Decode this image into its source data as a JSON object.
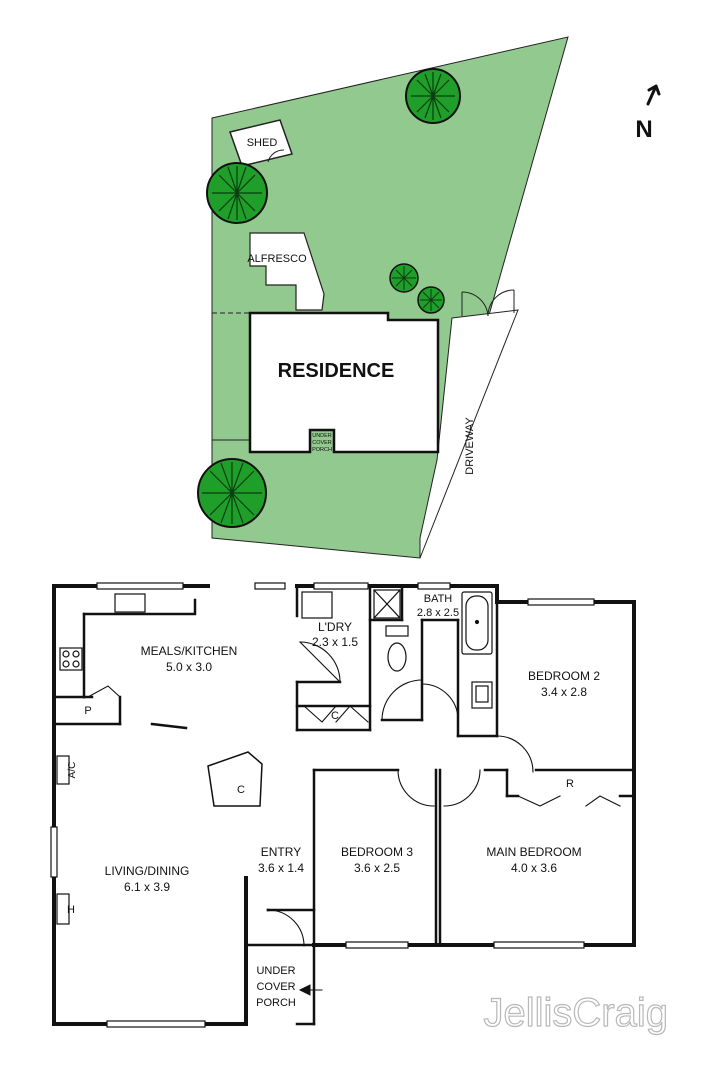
{
  "site": {
    "shed": "SHED",
    "alfresco": "ALFRESCO",
    "residence": "RESIDENCE",
    "porch_line1": "UNDER",
    "porch_line2": "COVER",
    "porch_line3": "PORCH",
    "driveway": "DRIVEWAY",
    "north": "N"
  },
  "floor": {
    "meals_kitchen": {
      "name": "MEALS/KITCHEN",
      "size": "5.0 x 3.0"
    },
    "laundry": {
      "name": "L'DRY",
      "size": "2.3 x 1.5"
    },
    "bath": {
      "name": "BATH",
      "size": "2.8 x 2.5"
    },
    "bedroom2": {
      "name": "BEDROOM 2",
      "size": "3.4 x 2.8"
    },
    "living_dining": {
      "name": "LIVING/DINING",
      "size": "6.1 x 3.9"
    },
    "entry": {
      "name": "ENTRY",
      "size": "3.6 x 1.4"
    },
    "bedroom3": {
      "name": "BEDROOM 3",
      "size": "3.6 x 2.5"
    },
    "main_bedroom": {
      "name": "MAIN BEDROOM",
      "size": "4.0 x 3.6"
    },
    "porch_line1": "UNDER",
    "porch_line2": "COVER",
    "porch_line3": "PORCH",
    "pantry": "P",
    "aircon": "A/C",
    "heater": "H",
    "cupboard_laundry": "C",
    "cupboard_living": "C",
    "robe": "R"
  },
  "brand": "JellisCraig",
  "colors": {
    "lawn": "#92c98e",
    "tree": "#1f9e2a",
    "wall": "#111111"
  }
}
